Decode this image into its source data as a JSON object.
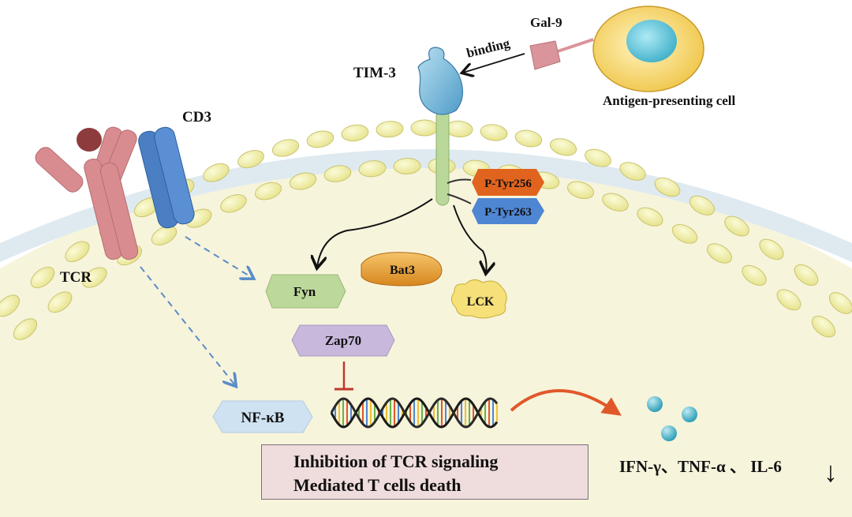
{
  "labels": {
    "tim3": "TIM-3",
    "gal9": "Gal-9",
    "binding": "binding",
    "apc": "Antigen-presenting  cell",
    "cd3": "CD3",
    "tcr": "TCR",
    "ptyr256": "P-Tyr256",
    "ptyr263": "P-Tyr263",
    "fyn": "Fyn",
    "bat3": "Bat3",
    "lck": "LCK",
    "zap70": "Zap70",
    "nfkb": "NF-κB",
    "cytokines": "IFN-γ、TNF-α 、 IL-6",
    "down_arrow": "↓"
  },
  "summary": {
    "line1": "Inhibition of TCR signaling",
    "line2": "Mediated T cells death"
  },
  "colors": {
    "cytoplasm": "#f7f4dc",
    "lipid_head": "#f2f0a8",
    "membrane_core": "#dfeaf0",
    "tcr": "#d98c90",
    "cd3": "#4a7fc4",
    "tim3_head": "#7fb8d8",
    "tim3_stalk": "#b9d89a",
    "ptyr256": "#e0641e",
    "ptyr263": "#4f86d4",
    "fyn": "#bcd89a",
    "bat3": "#e8a33a",
    "lck": "#f6e07a",
    "zap70": "#c8b8dc",
    "nfkb": "#cfe2f2",
    "gal9": "#d9959b",
    "apc_cell": "#f6d66a",
    "nucleus": "#5ec6dc",
    "cytokine": "#5bbfd0",
    "arrow_red": "#e0582a",
    "dashed_arrow": "#5a8cc8",
    "inhibit": "#c0392b",
    "summary_bg": "#efdcdc"
  }
}
